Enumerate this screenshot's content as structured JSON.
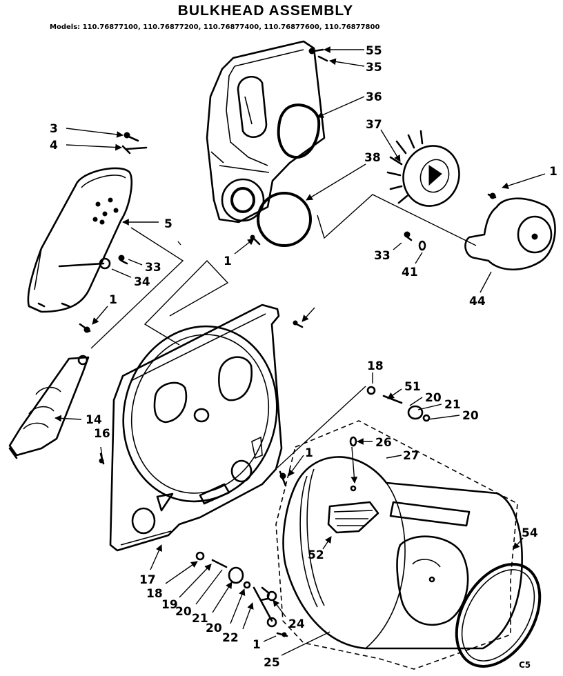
{
  "title": "BULKHEAD ASSEMBLY",
  "models": "Models: 110.76877100, 110.76877200, 110.76877400, 110.76877600, 110.76877800",
  "sheet_code": "C5",
  "callouts": [
    "55",
    "35",
    "36",
    "3",
    "4",
    "37",
    "38",
    "1",
    "5",
    "33",
    "34",
    "1",
    "1",
    "33",
    "41",
    "44",
    "18",
    "51",
    "20",
    "21",
    "20",
    "14",
    "16",
    "1",
    "26",
    "27",
    "52",
    "54",
    "17",
    "18",
    "19",
    "20",
    "21",
    "20",
    "22",
    "24",
    "1",
    "25"
  ]
}
